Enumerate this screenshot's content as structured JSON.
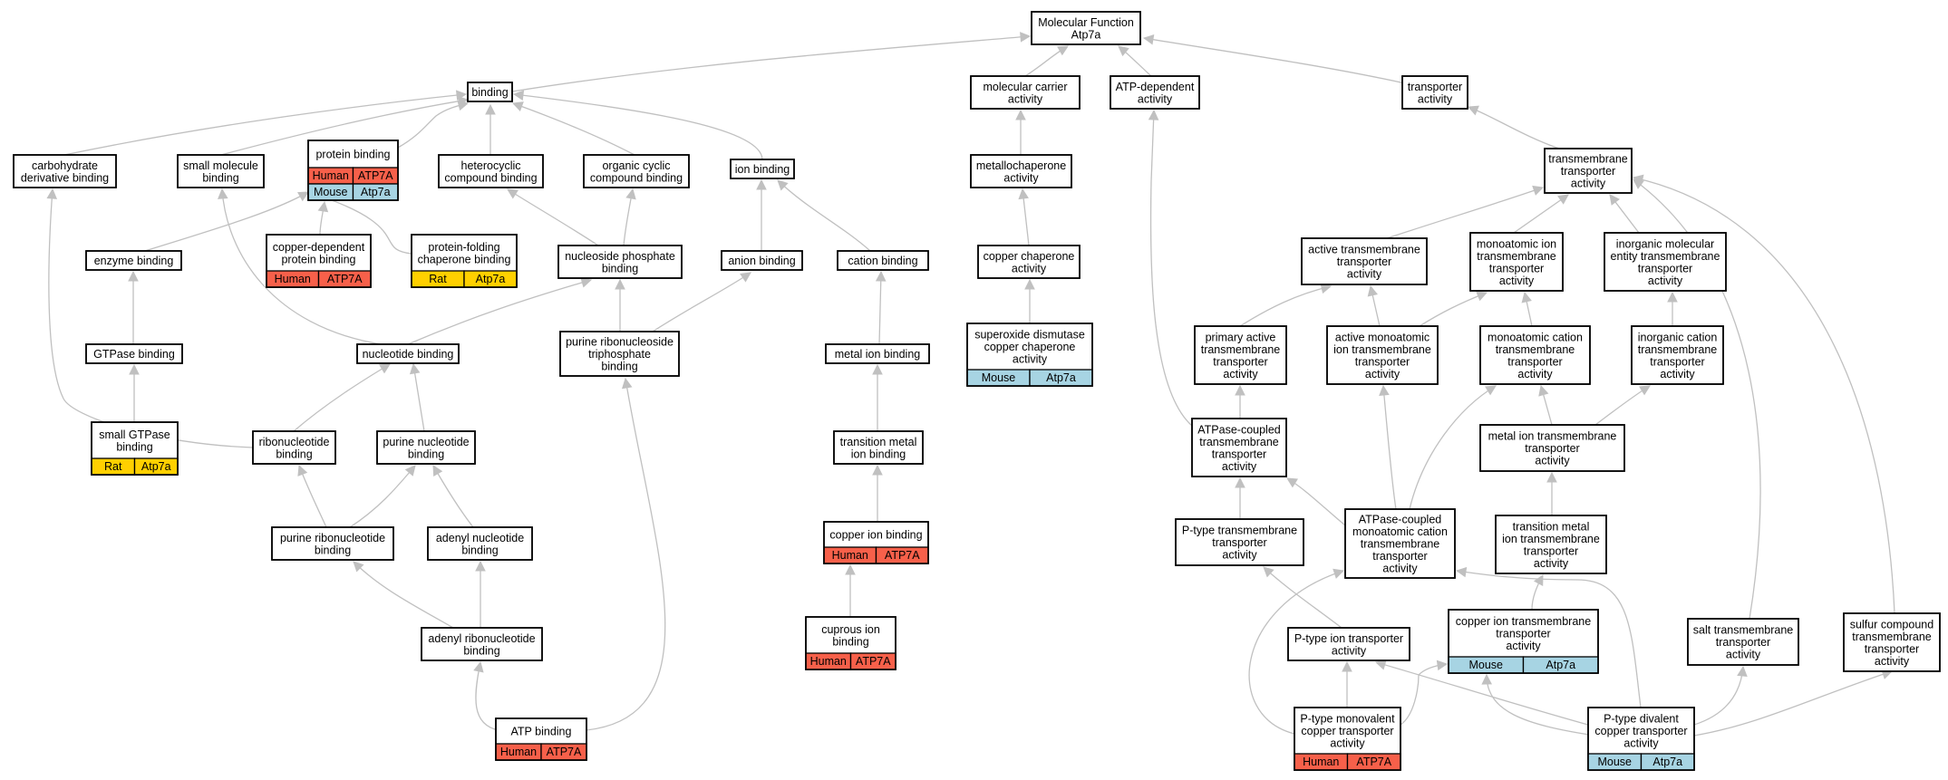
{
  "colors": {
    "human": "#f7604a",
    "mouse": "#a7d4e3",
    "rat": "#ffd000",
    "edge": "#c0c0c0"
  },
  "nodes": [
    {
      "id": "mf",
      "lines": [
        "Molecular Function",
        "Atp7a"
      ]
    },
    {
      "id": "binding",
      "lines": [
        "binding"
      ]
    },
    {
      "id": "molcarrier",
      "lines": [
        "molecular carrier",
        "activity"
      ]
    },
    {
      "id": "atpdep",
      "lines": [
        "ATP-dependent",
        "activity"
      ]
    },
    {
      "id": "transporter",
      "lines": [
        "transporter",
        "activity"
      ]
    },
    {
      "id": "carb",
      "lines": [
        "carbohydrate",
        "derivative binding"
      ]
    },
    {
      "id": "smallmol",
      "lines": [
        "small molecule",
        "binding"
      ]
    },
    {
      "id": "protein",
      "lines": [
        "protein binding"
      ],
      "orthologs": [
        [
          "Human",
          "ATP7A"
        ],
        [
          "Mouse",
          "Atp7a"
        ]
      ]
    },
    {
      "id": "heterocyclic",
      "lines": [
        "heterocyclic",
        "compound binding"
      ]
    },
    {
      "id": "organiccyclic",
      "lines": [
        "organic cyclic",
        "compound binding"
      ]
    },
    {
      "id": "ion",
      "lines": [
        "ion binding"
      ]
    },
    {
      "id": "metallochap",
      "lines": [
        "metallochaperone",
        "activity"
      ]
    },
    {
      "id": "tmtransporter",
      "lines": [
        "transmembrane",
        "transporter",
        "activity"
      ]
    },
    {
      "id": "enzyme",
      "lines": [
        "enzyme binding"
      ]
    },
    {
      "id": "cudep",
      "lines": [
        "copper-dependent",
        "protein binding"
      ],
      "orthologs": [
        [
          "Human",
          "ATP7A"
        ]
      ]
    },
    {
      "id": "protfold",
      "lines": [
        "protein-folding",
        "chaperone binding"
      ],
      "orthologs": [
        [
          "Rat",
          "Atp7a"
        ]
      ]
    },
    {
      "id": "nucphos",
      "lines": [
        "nucleoside phosphate",
        "binding"
      ]
    },
    {
      "id": "anion",
      "lines": [
        "anion binding"
      ]
    },
    {
      "id": "cation",
      "lines": [
        "cation binding"
      ]
    },
    {
      "id": "cuchap",
      "lines": [
        "copper chaperone",
        "activity"
      ]
    },
    {
      "id": "activetm",
      "lines": [
        "active transmembrane",
        "transporter",
        "activity"
      ]
    },
    {
      "id": "monoion",
      "lines": [
        "monoatomic ion",
        "transmembrane",
        "transporter",
        "activity"
      ]
    },
    {
      "id": "inorgmol",
      "lines": [
        "inorganic molecular",
        "entity transmembrane",
        "transporter",
        "activity"
      ]
    },
    {
      "id": "gtpase",
      "lines": [
        "GTPase binding"
      ]
    },
    {
      "id": "nucleotide",
      "lines": [
        "nucleotide binding"
      ]
    },
    {
      "id": "purinerntp",
      "lines": [
        "purine ribonucleoside",
        "triphosphate",
        "binding"
      ]
    },
    {
      "id": "metalion",
      "lines": [
        "metal ion binding"
      ]
    },
    {
      "id": "sod",
      "lines": [
        "superoxide dismutase",
        "copper chaperone",
        "activity"
      ],
      "orthologs": [
        [
          "Mouse",
          "Atp7a"
        ]
      ]
    },
    {
      "id": "primaryactive",
      "lines": [
        "primary active",
        "transmembrane",
        "transporter",
        "activity"
      ]
    },
    {
      "id": "activemono",
      "lines": [
        "active monoatomic",
        "ion transmembrane",
        "transporter",
        "activity"
      ]
    },
    {
      "id": "monocation",
      "lines": [
        "monoatomic cation",
        "transmembrane",
        "transporter",
        "activity"
      ]
    },
    {
      "id": "inorgcation",
      "lines": [
        "inorganic cation",
        "transmembrane",
        "transporter",
        "activity"
      ]
    },
    {
      "id": "smallgtpase",
      "lines": [
        "small GTPase",
        "binding"
      ],
      "orthologs": [
        [
          "Rat",
          "Atp7a"
        ]
      ]
    },
    {
      "id": "ribonuc",
      "lines": [
        "ribonucleotide",
        "binding"
      ]
    },
    {
      "id": "purinenuc",
      "lines": [
        "purine nucleotide",
        "binding"
      ]
    },
    {
      "id": "transmetal",
      "lines": [
        "transition metal",
        "ion binding"
      ]
    },
    {
      "id": "atpasecoupled",
      "lines": [
        "ATPase-coupled",
        "transmembrane",
        "transporter",
        "activity"
      ]
    },
    {
      "id": "metaliontm",
      "lines": [
        "metal ion transmembrane",
        "transporter",
        "activity"
      ]
    },
    {
      "id": "purineribonuc",
      "lines": [
        "purine ribonucleotide",
        "binding"
      ]
    },
    {
      "id": "adenylnuc",
      "lines": [
        "adenyl nucleotide",
        "binding"
      ]
    },
    {
      "id": "copperion",
      "lines": [
        "copper ion binding"
      ],
      "orthologs": [
        [
          "Human",
          "ATP7A"
        ]
      ]
    },
    {
      "id": "ptypetm",
      "lines": [
        "P-type transmembrane",
        "transporter",
        "activity"
      ]
    },
    {
      "id": "atpasemonocation",
      "lines": [
        "ATPase-coupled",
        "monoatomic cation",
        "transmembrane",
        "transporter",
        "activity"
      ]
    },
    {
      "id": "transmetaltm",
      "lines": [
        "transition metal",
        "ion transmembrane",
        "transporter",
        "activity"
      ]
    },
    {
      "id": "adenylribonuc",
      "lines": [
        "adenyl ribonucleotide",
        "binding"
      ]
    },
    {
      "id": "cuprous",
      "lines": [
        "cuprous ion",
        "binding"
      ],
      "orthologs": [
        [
          "Human",
          "ATP7A"
        ]
      ]
    },
    {
      "id": "ptypeion",
      "lines": [
        "P-type ion transporter",
        "activity"
      ]
    },
    {
      "id": "coppertm",
      "lines": [
        "copper ion transmembrane",
        "transporter",
        "activity"
      ],
      "orthologs": [
        [
          "Mouse",
          "Atp7a"
        ]
      ]
    },
    {
      "id": "salttm",
      "lines": [
        "salt transmembrane",
        "transporter",
        "activity"
      ]
    },
    {
      "id": "sulfurtm",
      "lines": [
        "sulfur compound",
        "transmembrane",
        "transporter",
        "activity"
      ]
    },
    {
      "id": "atpbinding",
      "lines": [
        "ATP binding"
      ],
      "orthologs": [
        [
          "Human",
          "ATP7A"
        ]
      ]
    },
    {
      "id": "ptypemono",
      "lines": [
        "P-type monovalent",
        "copper transporter",
        "activity"
      ],
      "orthologs": [
        [
          "Human",
          "ATP7A"
        ]
      ]
    },
    {
      "id": "ptypediv",
      "lines": [
        "P-type divalent",
        "copper transporter",
        "activity"
      ],
      "orthologs": [
        [
          "Mouse",
          "Atp7a"
        ]
      ]
    }
  ]
}
